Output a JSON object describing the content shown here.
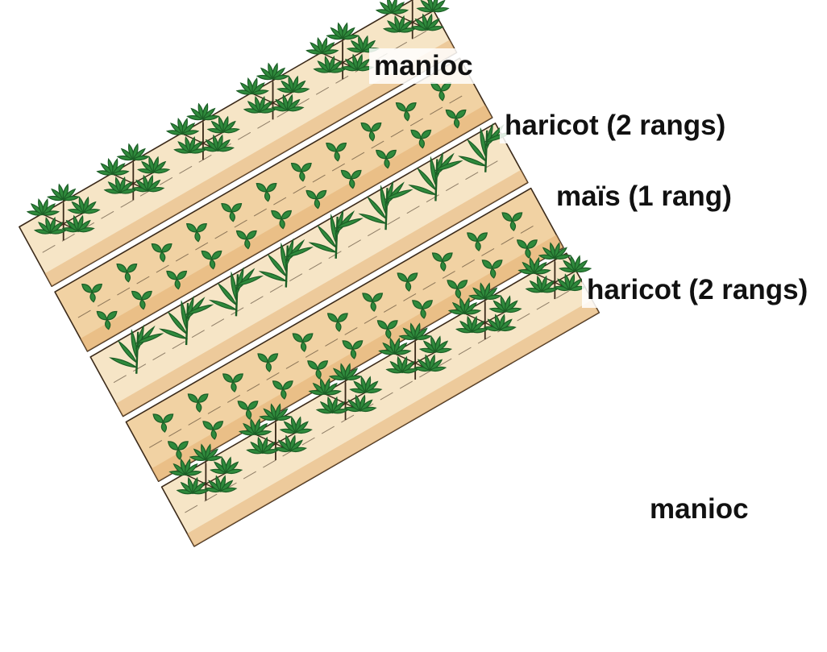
{
  "labels": [
    {
      "text": "manioc"
    },
    {
      "text": "haricot (2 rangs)"
    },
    {
      "text": "maïs (1 rang)"
    },
    {
      "text": "haricot (2 rangs)"
    },
    {
      "text": "manioc"
    }
  ],
  "colors": {
    "soil": "#f1d2a3",
    "soil_dark": "#e2a865",
    "soil_light": "#f6e5c6",
    "leaf": "#2f8a3c",
    "leaf_dark": "#1c5e26",
    "outline": "#3b2a1a",
    "label_text": "#111111"
  },
  "icons": [
    "cassava-plant-icon",
    "bean-plant-icon",
    "maize-plant-icon"
  ]
}
